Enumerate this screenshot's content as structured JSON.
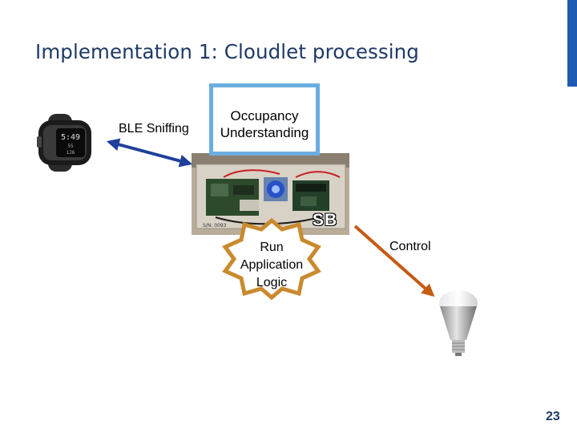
{
  "slide": {
    "title": "Implementation 1: Cloudlet processing",
    "page_number": "23"
  },
  "labels": {
    "ble_sniffing": "BLE Sniffing",
    "occupancy_line1": "Occupancy",
    "occupancy_line2": "Understanding",
    "sb": "SB",
    "run_line1": "Run",
    "run_line2": "Application",
    "run_line3": "Logic",
    "control": "Control",
    "board_serial": "S/N: 0093"
  },
  "watch_display": {
    "time": "5:49",
    "sub1": "55",
    "sub2": "126"
  },
  "colors": {
    "title": "#1f3a66",
    "accent_bar": "#1f5bb0",
    "occupancy_border": "#6aaee0",
    "ble_arrow": "#1f3f9a",
    "control_arrow": "#c55a11",
    "run_star": "#c98a2e"
  },
  "icons": [
    "fitness-watch-image",
    "sensor-board-photo",
    "light-bulb-image"
  ]
}
